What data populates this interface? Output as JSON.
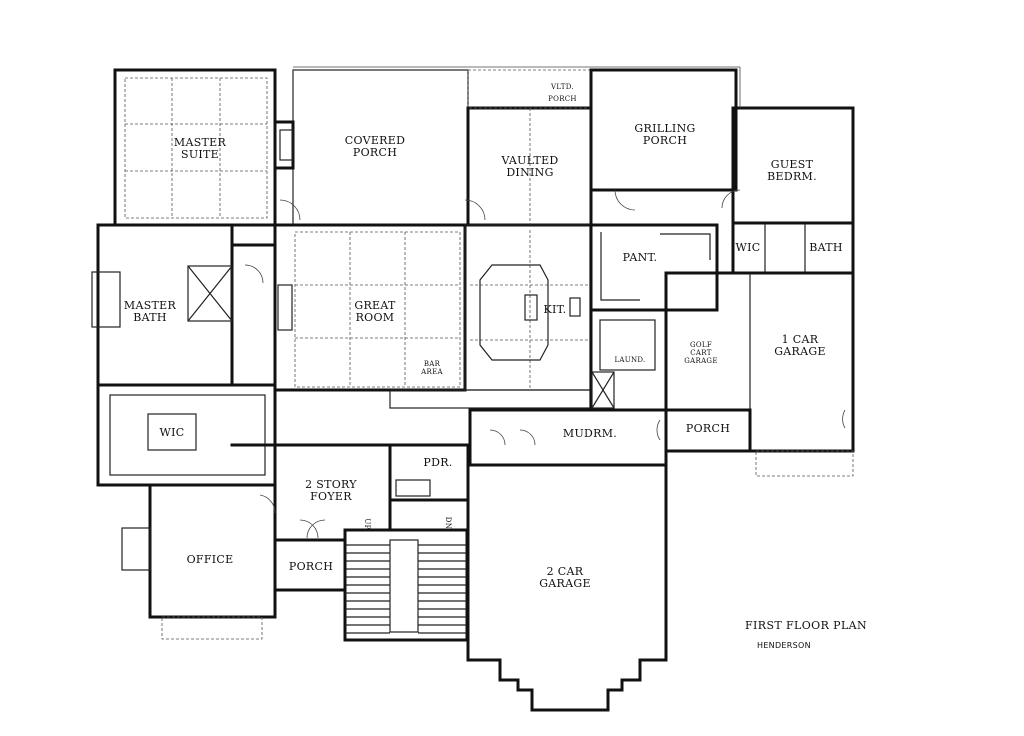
{
  "plan": {
    "title": "FIRST FLOOR PLAN",
    "subtitle": "HENDERSON",
    "rooms": {
      "master_suite": "MASTER\nSUITE",
      "covered_porch": "COVERED\nPORCH",
      "vltd_porch": "VLTD.\nPORCH",
      "vaulted_dining": "VAULTED\nDINING",
      "grilling_porch": "GRILLING\nPORCH",
      "guest_bedrm": "GUEST\nBEDRM.",
      "master_bath": "MASTER\nBATH",
      "great_room": "GREAT\nROOM",
      "kit": "KIT.",
      "pant": "PANT.",
      "wic_guest": "WIC",
      "bath": "BATH",
      "golf_cart_garage": "GOLF\nCART\nGARAGE",
      "one_car_garage": "1 CAR\nGARAGE",
      "laund": "LAUND.",
      "bar_area": "BAR\nAREA",
      "wic_master": "WIC",
      "mudrm": "MUDRM.",
      "porch_side": "PORCH",
      "pdr": "PDR.",
      "foyer": "2 STORY\nFOYER",
      "up": "UP",
      "dn": "DN.",
      "office": "OFFICE",
      "porch_front": "PORCH",
      "two_car_garage": "2 CAR\nGARAGE"
    }
  }
}
